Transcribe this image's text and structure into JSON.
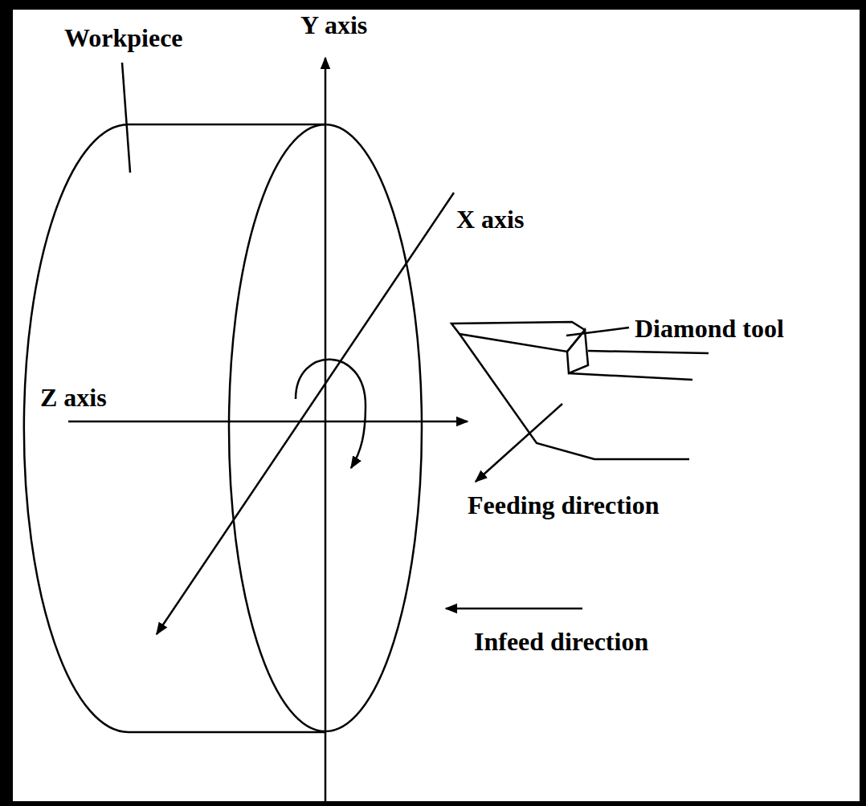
{
  "diagram": {
    "labels": [
      "Y axis",
      "Workpiece",
      "X axis",
      "Diamond tool",
      "Z axis",
      "Feeding direction",
      "Infeed direction"
    ]
  }
}
